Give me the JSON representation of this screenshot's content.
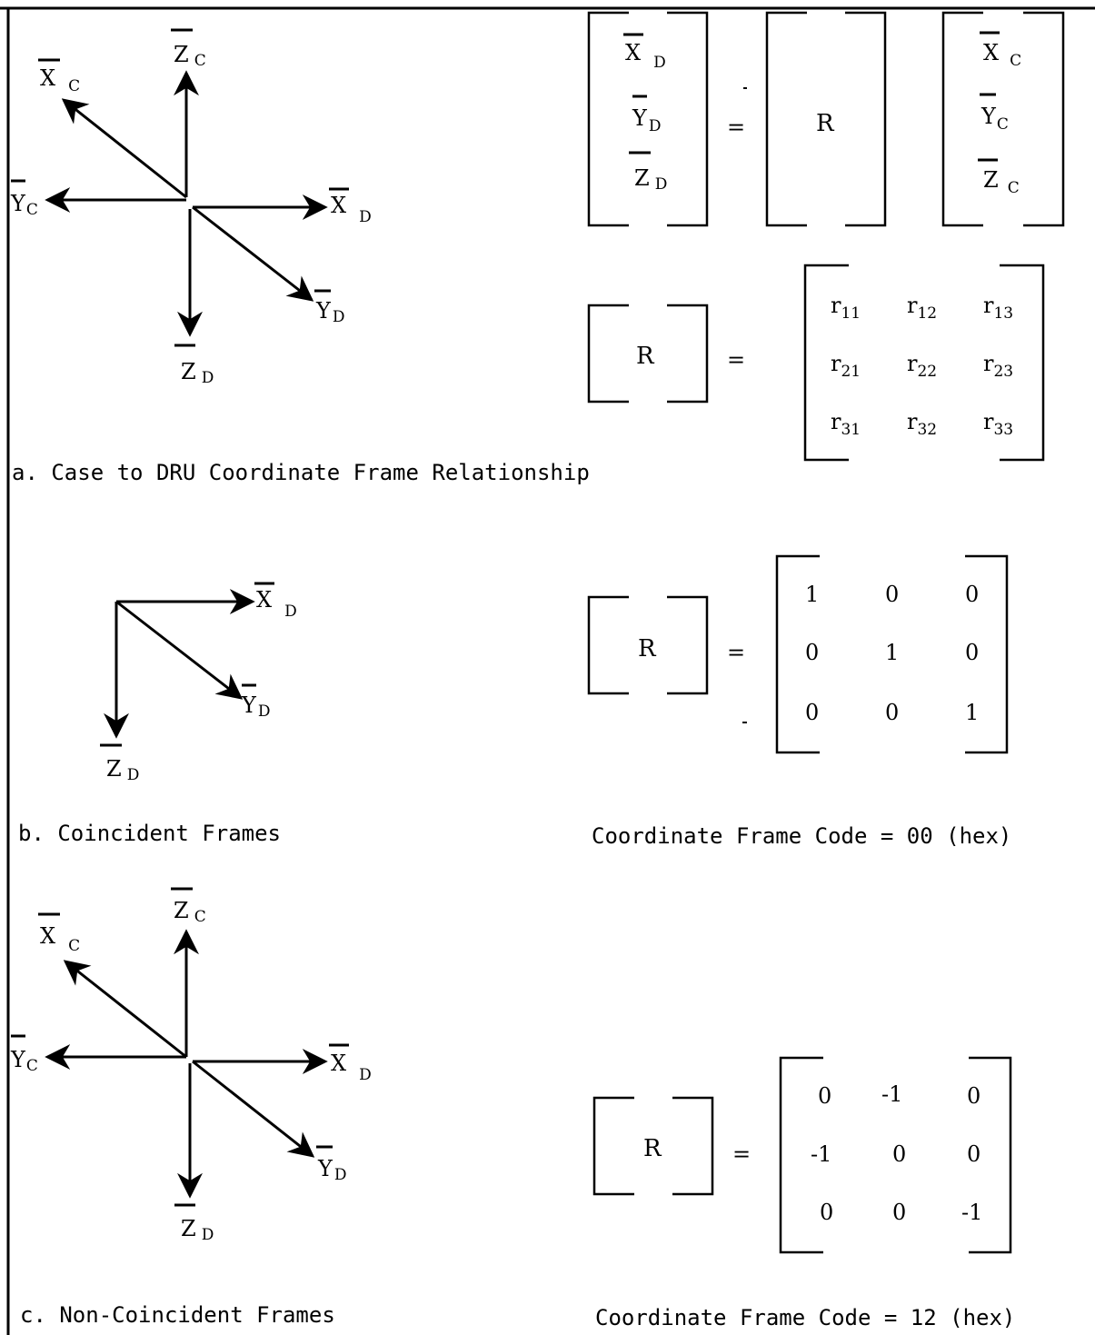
{
  "axes": {
    "xc_main": "X",
    "xc_sub": "C",
    "zc_main": "Z",
    "zc_sub": "C",
    "yc_main": "Y",
    "yc_sub": "C",
    "xd_main": "X",
    "xd_sub": "D",
    "yd_main": "Y",
    "yd_sub": "D",
    "zd_main": "Z",
    "zd_sub": "D"
  },
  "section_a": {
    "caption": "a. Case to DRU Coordinate Frame Relationship",
    "lhs": [
      {
        "main": "X",
        "sub": "D"
      },
      {
        "main": "Y",
        "sub": "D"
      },
      {
        "main": "Z",
        "sub": "D"
      }
    ],
    "equals": "=",
    "r_symbol": "R",
    "rhs": [
      {
        "main": "X",
        "sub": "C"
      },
      {
        "main": "Y",
        "sub": "C"
      },
      {
        "main": "Z",
        "sub": "C"
      }
    ],
    "r_matrix": [
      [
        {
          "main": "r",
          "sub": "11"
        },
        {
          "main": "r",
          "sub": "12"
        },
        {
          "main": "r",
          "sub": "13"
        }
      ],
      [
        {
          "main": "r",
          "sub": "21"
        },
        {
          "main": "r",
          "sub": "22"
        },
        {
          "main": "r",
          "sub": "23"
        }
      ],
      [
        {
          "main": "r",
          "sub": "31"
        },
        {
          "main": "r",
          "sub": "32"
        },
        {
          "main": "r",
          "sub": "33"
        }
      ]
    ]
  },
  "section_b": {
    "caption": "b. Coincident Frames",
    "code_text": "Coordinate Frame Code = 00 (hex)",
    "r_symbol": "R",
    "equals": "=",
    "matrix": [
      [
        "1",
        "0",
        "0"
      ],
      [
        "0",
        "1",
        "0"
      ],
      [
        "0",
        "0",
        "1"
      ]
    ]
  },
  "section_c": {
    "caption": "c. Non-Coincident Frames",
    "code_text": "Coordinate Frame Code = 12 (hex)",
    "r_symbol": "R",
    "equals": "=",
    "matrix": [
      [
        "0",
        "-1",
        "0"
      ],
      [
        "-1",
        "0",
        "0"
      ],
      [
        "0",
        "0",
        "-1"
      ]
    ]
  }
}
